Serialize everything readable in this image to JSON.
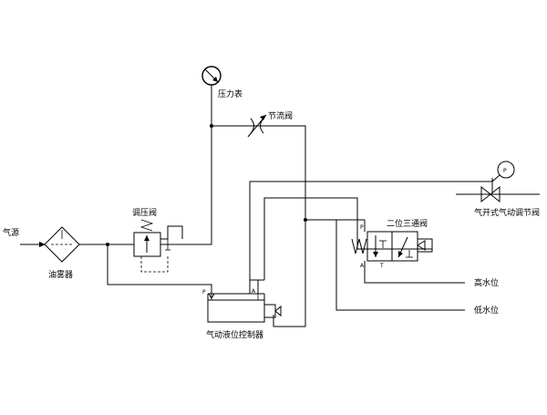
{
  "labels": {
    "air_source": "气源",
    "lubricator": "油雾器",
    "regulator": "调压阀",
    "pressure_gauge": "压力表",
    "throttle_valve": "节流阀",
    "controller": "气动液位控制器",
    "three_way_valve": "二位三通阀",
    "control_valve": "气开式气动调节阀",
    "high_level": "高水位",
    "low_level": "低水位",
    "port_p_controller": "P",
    "port_a_controller": "A",
    "port_p_valve": "P",
    "port_a_valve": "A",
    "port_t_valve": "T",
    "gauge_p": "P"
  },
  "colors": {
    "line": "#000000",
    "background": "#ffffff"
  },
  "icons": {
    "pressure_gauge": "gauge-icon",
    "throttle_valve": "adjustable-throttle-icon",
    "lubricator": "lubricator-diamond-icon",
    "control_valve": "globe-valve-icon",
    "solenoid": "solenoid-coil-icon",
    "spring": "spring-icon"
  }
}
